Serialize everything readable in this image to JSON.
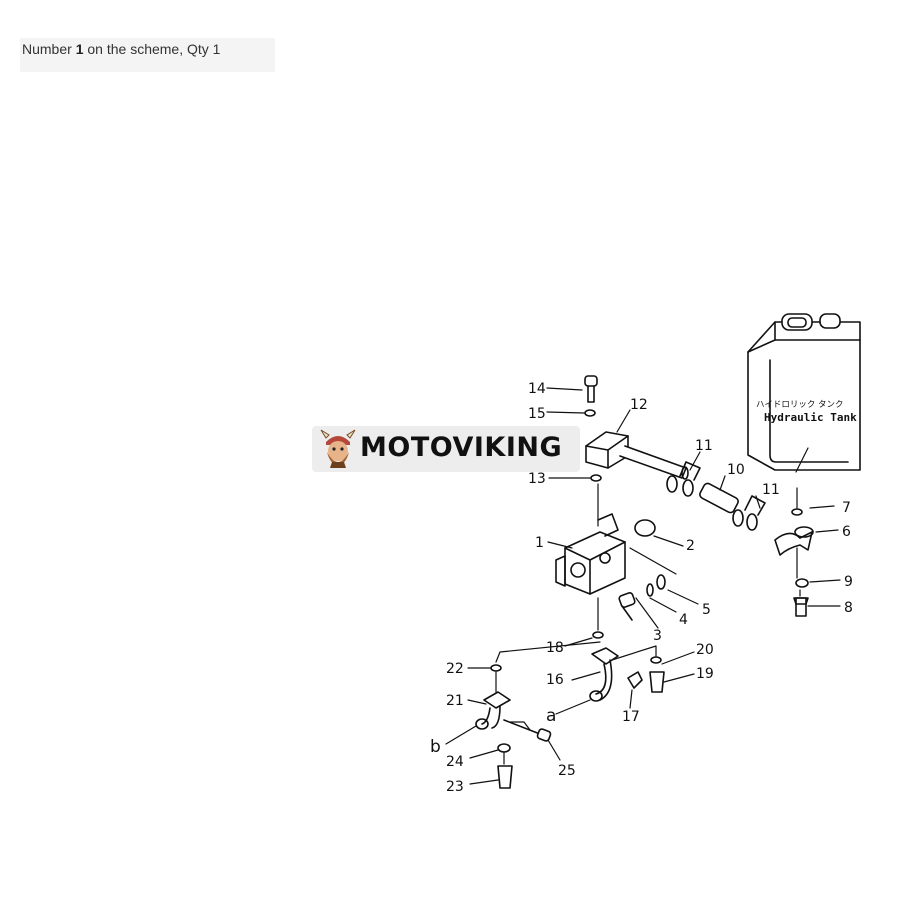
{
  "caption": {
    "prefix": "Number ",
    "number": "1",
    "suffix": " on the scheme, Qty 1"
  },
  "diagram": {
    "tank_label_jp": "ハイドロリック タンク",
    "tank_label_en": "Hydraulic Tank",
    "callouts": [
      "1",
      "2",
      "3",
      "4",
      "5",
      "6",
      "7",
      "8",
      "9",
      "10",
      "11",
      "11",
      "12",
      "13",
      "14",
      "15",
      "16",
      "17",
      "18",
      "19",
      "20",
      "21",
      "22",
      "23",
      "24",
      "25",
      "a",
      "b"
    ]
  },
  "watermark": {
    "text": "MOTOVIKING",
    "logo": "viking-mascot-icon"
  }
}
